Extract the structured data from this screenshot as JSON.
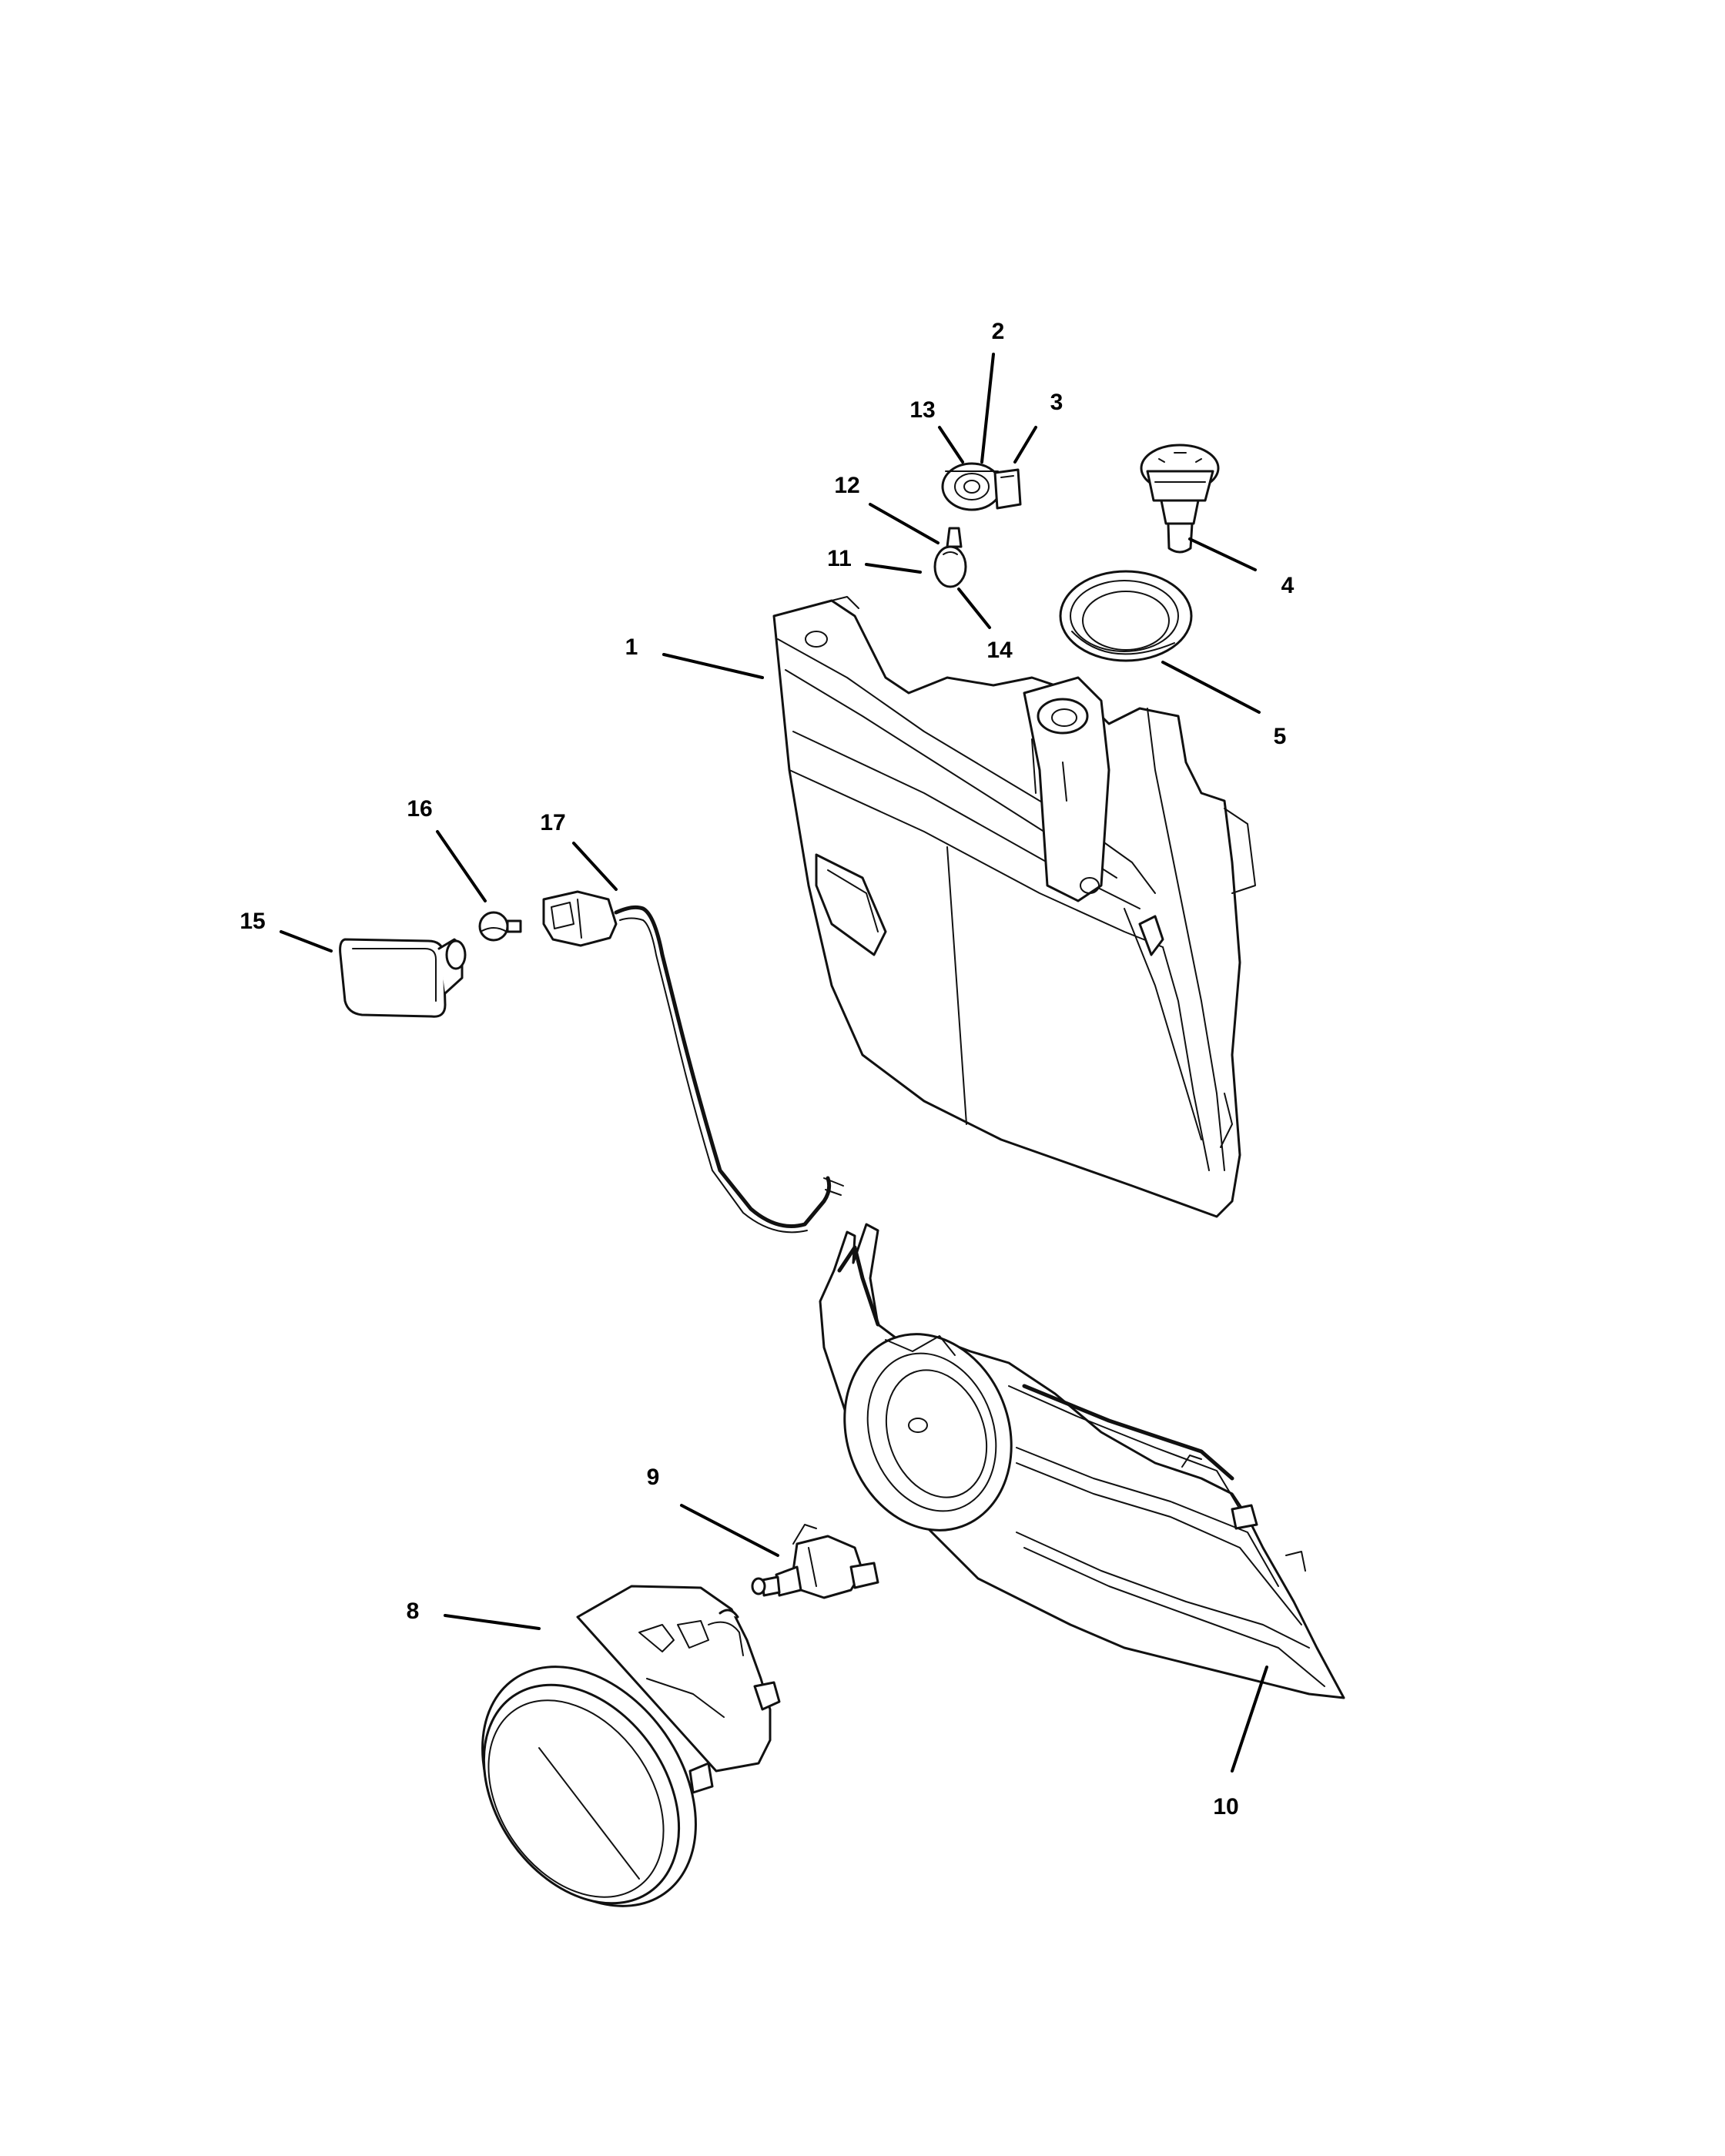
{
  "callouts": [
    {
      "id": "c1",
      "label": "1"
    },
    {
      "id": "c2",
      "label": "2"
    },
    {
      "id": "c3",
      "label": "3"
    },
    {
      "id": "c4",
      "label": "4"
    },
    {
      "id": "c5",
      "label": "5"
    },
    {
      "id": "c8",
      "label": "8"
    },
    {
      "id": "c9",
      "label": "9"
    },
    {
      "id": "c10",
      "label": "10"
    },
    {
      "id": "c11",
      "label": "11"
    },
    {
      "id": "c12",
      "label": "12"
    },
    {
      "id": "c13",
      "label": "13"
    },
    {
      "id": "c14",
      "label": "14"
    },
    {
      "id": "c15",
      "label": "15"
    },
    {
      "id": "c16",
      "label": "16"
    },
    {
      "id": "c17",
      "label": "17"
    }
  ]
}
